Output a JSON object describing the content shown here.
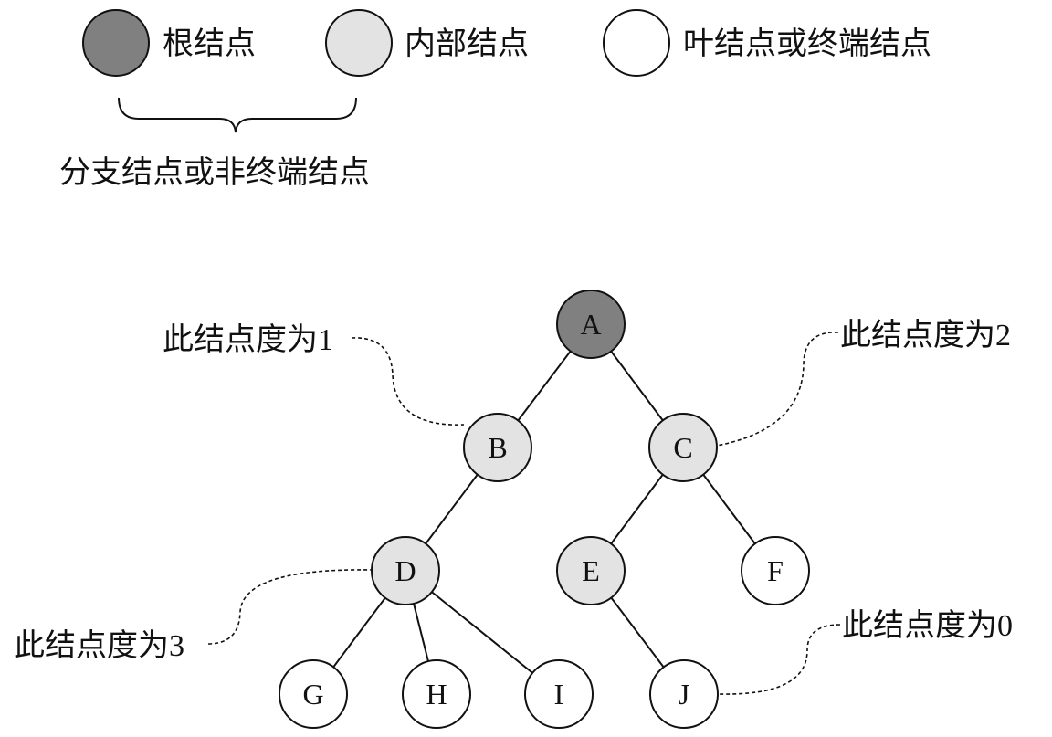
{
  "colors": {
    "root": "#808080",
    "internal": "#e3e3e3",
    "leaf": "#ffffff",
    "stroke": "#111111"
  },
  "legend": {
    "root_label": "根结点",
    "internal_label": "内部结点",
    "leaf_label": "叶结点或终端结点",
    "branch_label": "分支结点或非终端结点"
  },
  "tree": {
    "nodes": [
      {
        "id": "A",
        "type": "root"
      },
      {
        "id": "B",
        "type": "internal"
      },
      {
        "id": "C",
        "type": "internal"
      },
      {
        "id": "D",
        "type": "internal"
      },
      {
        "id": "E",
        "type": "internal"
      },
      {
        "id": "F",
        "type": "leaf"
      },
      {
        "id": "G",
        "type": "leaf"
      },
      {
        "id": "H",
        "type": "leaf"
      },
      {
        "id": "I",
        "type": "leaf"
      },
      {
        "id": "J",
        "type": "leaf"
      }
    ],
    "edges": [
      [
        "A",
        "B"
      ],
      [
        "A",
        "C"
      ],
      [
        "B",
        "D"
      ],
      [
        "C",
        "E"
      ],
      [
        "C",
        "F"
      ],
      [
        "D",
        "G"
      ],
      [
        "D",
        "H"
      ],
      [
        "D",
        "I"
      ],
      [
        "E",
        "J"
      ]
    ]
  },
  "annotations": [
    {
      "target": "B",
      "text": "此结点度为1"
    },
    {
      "target": "C",
      "text": "此结点度为2"
    },
    {
      "target": "D",
      "text": "此结点度为3"
    },
    {
      "target": "J",
      "text": "此结点度为0"
    }
  ]
}
